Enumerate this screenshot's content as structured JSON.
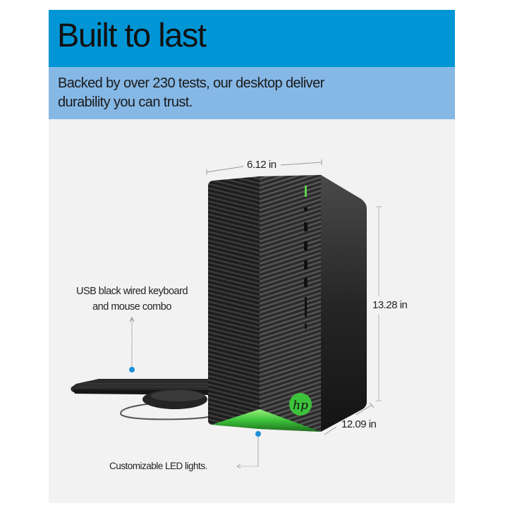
{
  "header": {
    "title": "Built to last",
    "subtitle_line1": "Backed by over 230 tests, our desktop deliver",
    "subtitle_line2": "durability you can trust."
  },
  "dimensions": {
    "width": "6.12 in",
    "height": "13.28 in",
    "depth": "12.09 in"
  },
  "callouts": {
    "keyboard_line1": "USB black wired keyboard",
    "keyboard_line2": "and mouse combo",
    "led": "Customizable LED lights."
  },
  "product": {
    "logo": "hp-logo-icon"
  },
  "colors": {
    "title_bar": "#0096D6",
    "subtitle_bar": "#86B8E6",
    "stage_bg": "#F2F2F2",
    "accent_green": "#3CC23A",
    "callout_dot": "#1E8FD8"
  }
}
